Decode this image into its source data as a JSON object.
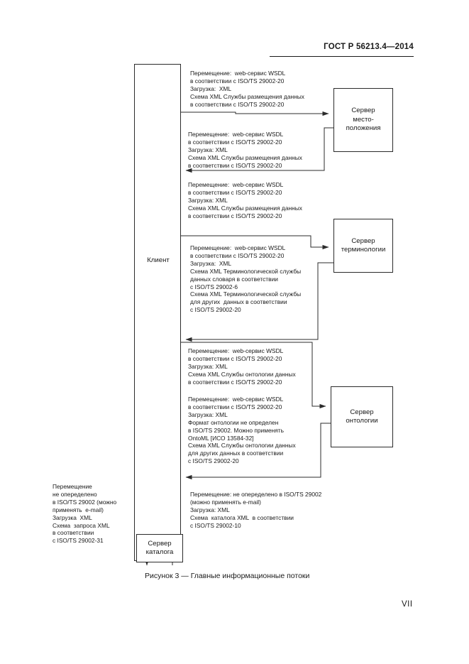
{
  "document": {
    "standard_header": "ГОСТ Р 56213.4—2014",
    "page_number": "VII",
    "figure_caption": "Рисунок 3 — Главные информационные потоки"
  },
  "diagram": {
    "nodes": {
      "client": "Клиент",
      "location_server": "Сервер\nместо-\nположения",
      "terminology_server": "Сервер\nтерминологии",
      "ontology_server": "Сервер\nонтологии",
      "catalog_server": "Сервер\nкаталога"
    },
    "annotations": {
      "location_request": "Перемещение:  web-сервис WSDL\nв соответствии с ISO/TS 29002-20\nЗагрузка:  XML\nСхема XML Службы размещения данных\nв соответствии с ISO/TS 29002-20",
      "location_response": "Перемещение:  web-сервис WSDL\nв соответствии с ISO/TS 29002-20\nЗагрузка: XML\nСхема XML Службы размещения данных\nв соответствии с ISO/TS 29002-20",
      "location_third": "Перемещение:  web-сервис WSDL\nв соответствии с ISO/TS 29002-20\nЗагрузка: XML\nСхема XML Службы размещения данных\nв соответствии с ISO/TS 29002-20",
      "terminology_flow": "Перемещение:  web-сервис WSDL\nв соответствии с ISO/TS 29002-20\nЗагрузка:  XML\nСхема XML Терминологической службы\nданных словаря в соответствии\nс ISO/TS 29002-6\nСхема XML Терминологической службы\nдля других  данных в соответствии\nс ISO/TS 29002-20",
      "ontology_request": "Перемещение:  web-сервис WSDL\nв соответствии с ISO/TS 29002-20\nЗагрузка: XML\nСхема XML Службы онтологии данных\nв соответствии с ISO/TS 29002-20",
      "ontology_response": "Перемещение:  web-сервис WSDL\nв соответствии с ISO/TS 29002-20\nЗагрузка: XML\nФормат онтологии не определен\nв ISO/TS 29002. Можно применять\nOntoML [ИСО 13584-32]\nСхема XML Службы онтологии данных\nдля других данных в соответствии\nс ISO/TS 29002-20",
      "catalog_left": "Перемещение\nне опеределено\nв ISO/TS 29002 (можно\nприменять  e-mail)\nЗагрузка  XML\nСхема  запроса XML\nв соответствии\nс ISO/TS 29002-31",
      "catalog_right": "Перемещение: не опеределено в ISO/TS 29002\n(можно применять e-mail)\nЗагрузка: XML\nСхема  каталога XML  в соответствии\nс ISO/TS 29002-10"
    }
  },
  "colors": {
    "ink": "#1a1a1a",
    "line": "#2b2b2b",
    "background": "#ffffff"
  }
}
